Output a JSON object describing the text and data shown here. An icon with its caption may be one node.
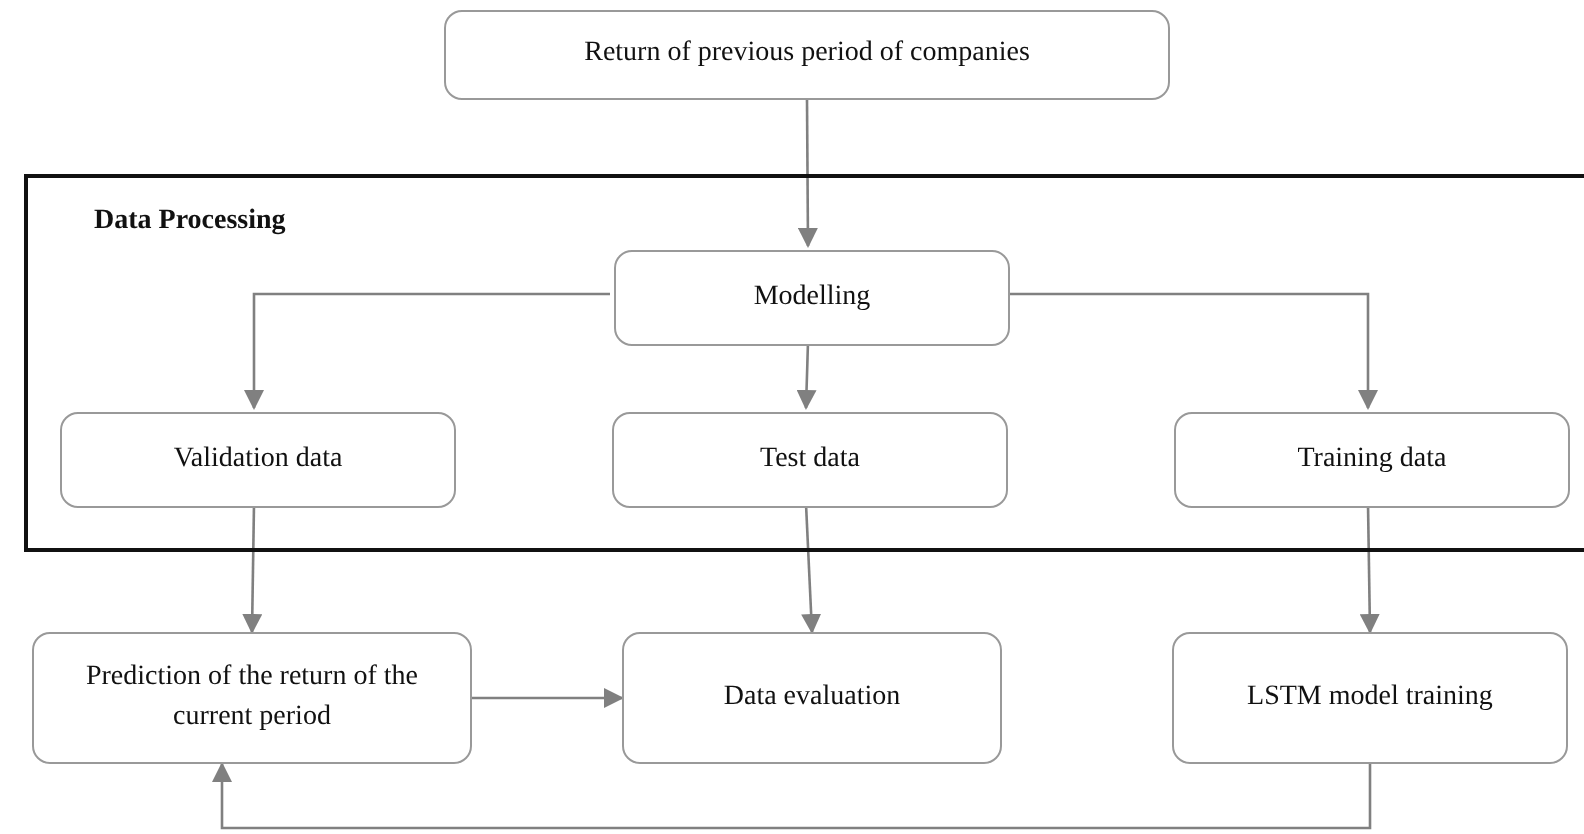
{
  "diagram": {
    "nodes": [
      {
        "text": [
          "Return of previous period of companies"
        ]
      },
      {
        "text": [
          "Data Processing"
        ]
      },
      {
        "text": [
          "Modelling"
        ],
        "in": 1
      },
      {
        "text": [
          "Validation data"
        ],
        "in": 1
      },
      {
        "text": [
          "Test data"
        ],
        "in": 1
      },
      {
        "text": [
          "Training data"
        ],
        "in": 1
      },
      {
        "text": [
          "Prediction of the return of the current period"
        ]
      },
      {
        "text": [
          "Data evaluation"
        ]
      },
      {
        "text": [
          "LSTM model training"
        ]
      }
    ],
    "edges": [
      {
        "from": 0,
        "to": 2,
        "arrow": "to"
      },
      {
        "from": 2,
        "to": 3,
        "arrow": "to"
      },
      {
        "from": 2,
        "to": 4,
        "arrow": "to"
      },
      {
        "from": 2,
        "to": 5,
        "arrow": "to"
      },
      {
        "from": 3,
        "to": 6,
        "arrow": "to"
      },
      {
        "from": 4,
        "to": 7,
        "arrow": "to"
      },
      {
        "from": 5,
        "to": 8,
        "arrow": "to"
      },
      {
        "from": 6,
        "to": 7,
        "arrow": "to"
      },
      {
        "from": 8,
        "to": 6,
        "arrow": "to"
      }
    ]
  }
}
